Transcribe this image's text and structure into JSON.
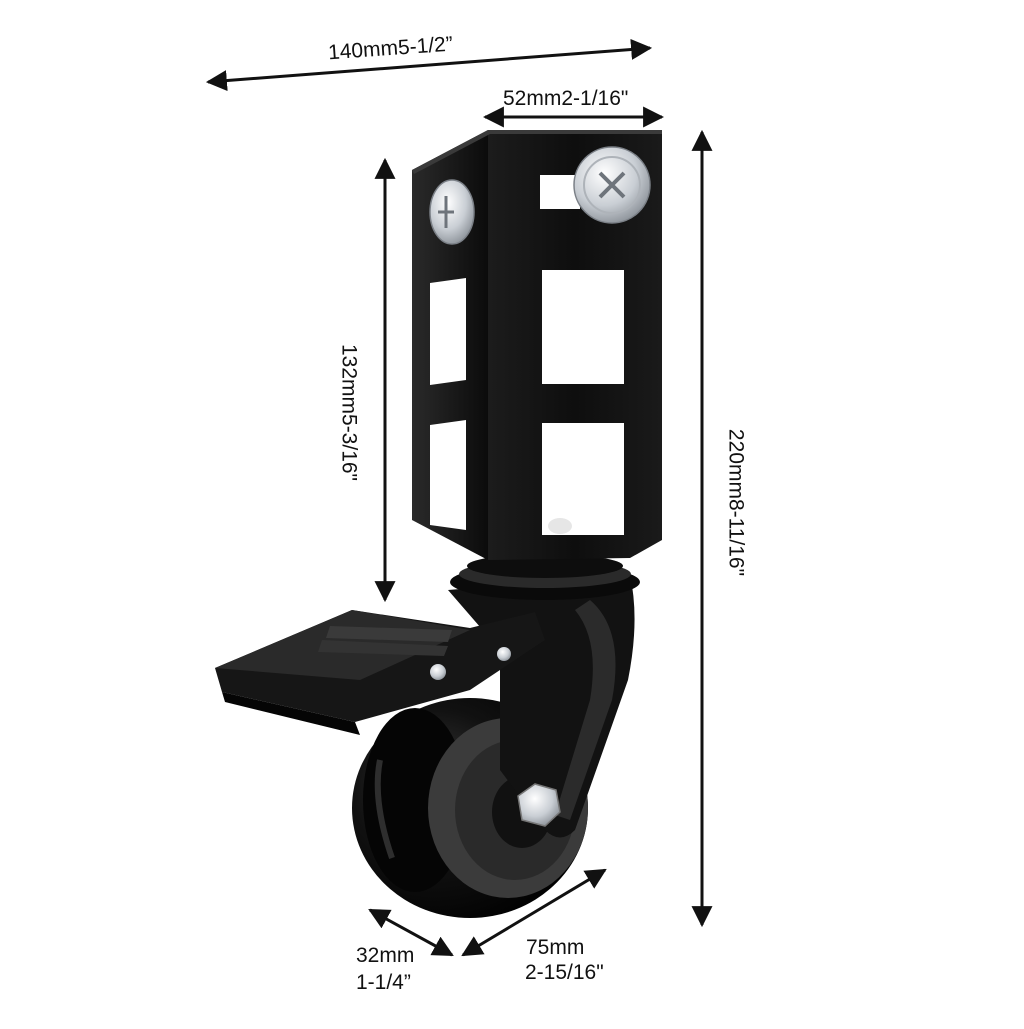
{
  "dimensions": {
    "overall_width": "140mm5-1/2”",
    "bracket_width": "52mm2-1/16\"",
    "bracket_height": "132mm5-3/16\"",
    "overall_height": "220mm8-11/16\"",
    "wheel_width_mm": "32mm",
    "wheel_width_in": "1-1/4”",
    "wheel_diameter_mm": "75mm",
    "wheel_diameter_in": "2-15/16\""
  },
  "colors": {
    "background": "#ffffff",
    "metal": "#141414",
    "wheel": "#0d0d0d",
    "screw": "#d9dde2"
  }
}
